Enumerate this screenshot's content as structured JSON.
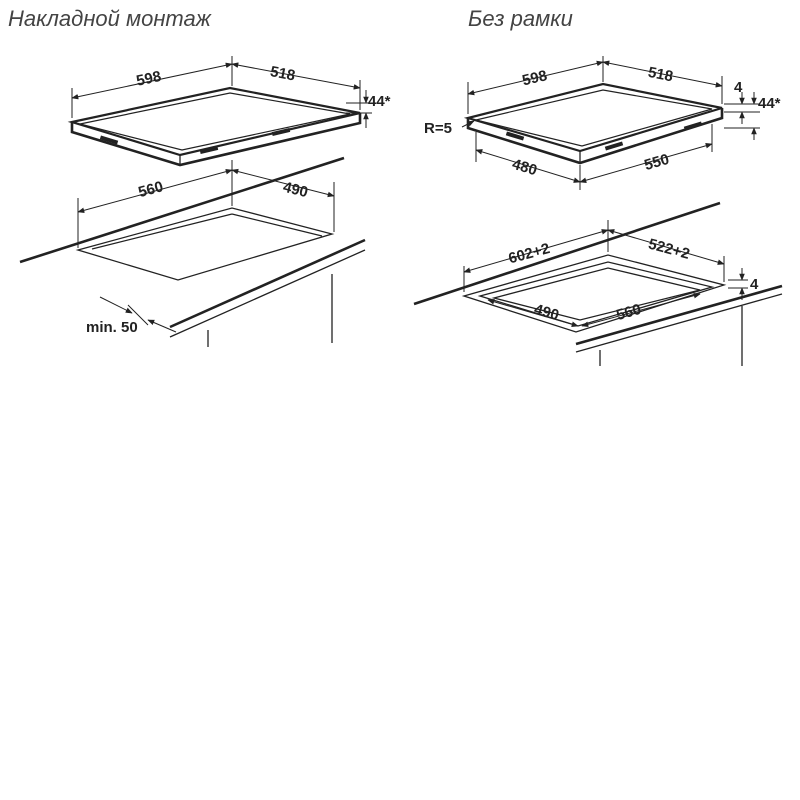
{
  "left_panel": {
    "title": "Накладной монтаж",
    "hob": {
      "width": "598",
      "depth": "518",
      "height": "44*"
    },
    "cutout": {
      "width": "560",
      "depth": "490",
      "min_edge": "min. 50"
    }
  },
  "right_panel": {
    "title": "Без рамки",
    "hob": {
      "width": "598",
      "depth": "518",
      "glass": "4",
      "height": "44*",
      "radius": "R=5",
      "inner_width": "480",
      "inner_depth": "550"
    },
    "cutout": {
      "outer_width": "602+2",
      "outer_depth": "522+2",
      "step": "4",
      "inner_width": "560",
      "inner_depth": "490"
    }
  },
  "colors": {
    "line": "#222222",
    "title": "#444444",
    "background": "#ffffff"
  }
}
